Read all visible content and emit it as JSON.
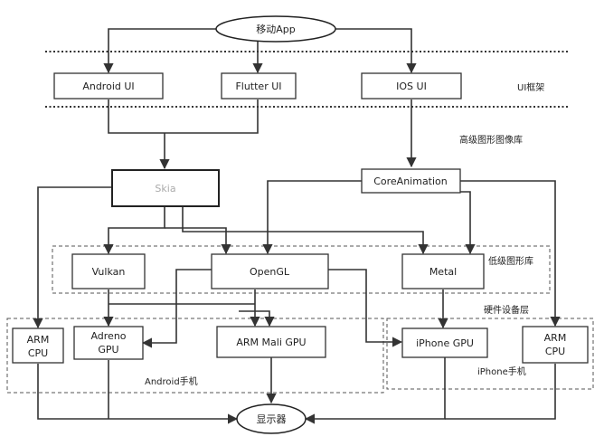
{
  "nodes": {
    "mobile_app": "移动App",
    "android_ui": "Android UI",
    "flutter_ui": "Flutter UI",
    "ios_ui": "IOS UI",
    "skia": "Skia",
    "core_animation": "CoreAnimation",
    "vulkan": "Vulkan",
    "opengl": "OpenGL",
    "metal": "Metal",
    "arm_cpu_android": [
      "ARM",
      "CPU"
    ],
    "adreno_gpu": [
      "Adreno",
      "GPU"
    ],
    "arm_mali_gpu": "ARM Mali  GPU",
    "iphone_gpu": "iPhone GPU",
    "arm_cpu_iphone": [
      "ARM",
      "CPU"
    ],
    "display": "显示器"
  },
  "layers": {
    "ui_framework": "UI框架",
    "high_level_graphics": "高级图形图像库",
    "low_level_graphics": "低级图形库",
    "hardware": "硬件设备层",
    "android_phone": "Android手机",
    "iphone": "iPhone手机"
  },
  "colors": {
    "line": "#333333",
    "faint_text": "#aaaaaa",
    "background": "#ffffff"
  }
}
